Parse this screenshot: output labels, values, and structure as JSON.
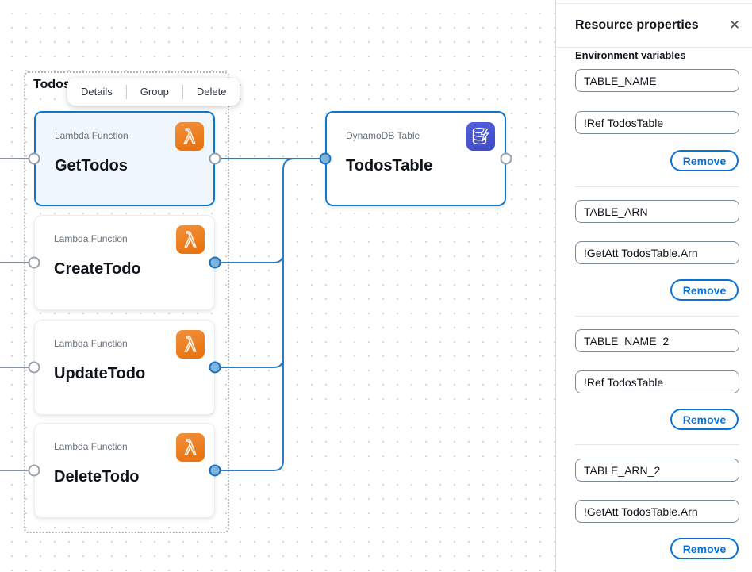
{
  "canvas": {
    "group": {
      "label": "Todos",
      "toolbar": {
        "details": "Details",
        "group": "Group",
        "delete": "Delete"
      }
    },
    "nodes": [
      {
        "type": "Lambda Function",
        "name": "GetTodos",
        "icon": "lambda-icon",
        "selected": true
      },
      {
        "type": "Lambda Function",
        "name": "CreateTodo",
        "icon": "lambda-icon",
        "selected": false
      },
      {
        "type": "Lambda Function",
        "name": "UpdateTodo",
        "icon": "lambda-icon",
        "selected": false
      },
      {
        "type": "Lambda Function",
        "name": "DeleteTodo",
        "icon": "lambda-icon",
        "selected": false
      },
      {
        "type": "DynamoDB Table",
        "name": "TodosTable",
        "icon": "dynamodb-icon",
        "selected": false
      }
    ]
  },
  "panel": {
    "title": "Resource properties",
    "close_icon": "close-icon",
    "close_glyph": "✕",
    "section_label": "Environment variables",
    "remove_label": "Remove",
    "variables": [
      {
        "key": "TABLE_NAME",
        "value": "!Ref TodosTable"
      },
      {
        "key": "TABLE_ARN",
        "value": "!GetAtt TodosTable.Arn"
      },
      {
        "key": "TABLE_NAME_2",
        "value": "!Ref TodosTable"
      },
      {
        "key": "TABLE_ARN_2",
        "value": "!GetAtt TodosTable.Arn"
      }
    ]
  },
  "colors": {
    "accent_blue": "#0972d3",
    "selected_fill": "#eff6fc",
    "connector_blue": "#2b7cc1",
    "connector_gray": "#8b949e",
    "port_connected_fill": "#7db4de",
    "lambda_orange": "#ED7100",
    "dynamodb_indigo": "#4653CF"
  }
}
